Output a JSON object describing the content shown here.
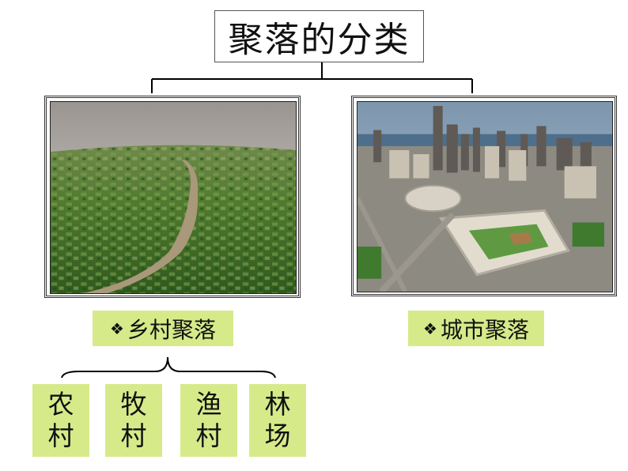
{
  "title": "聚落的分类",
  "rural": {
    "bullet": "❖",
    "label": "乡村聚落",
    "photo": "aerial-countryside-river-farmland"
  },
  "urban": {
    "bullet": "❖",
    "label": "城市聚落",
    "photo": "aerial-city-skyline-stadium"
  },
  "subtypes": [
    {
      "line1": "农",
      "line2": "村"
    },
    {
      "line1": "牧",
      "line2": "村"
    },
    {
      "line1": "渔",
      "line2": "村"
    },
    {
      "line1": "林",
      "line2": "场"
    }
  ],
  "colors": {
    "label_bg": "#d6ea8a",
    "line": "#000000"
  }
}
